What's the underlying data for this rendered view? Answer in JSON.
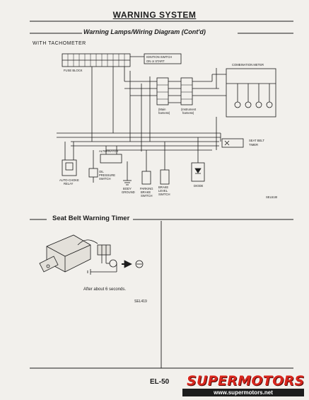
{
  "header": {
    "section_title": "WARNING SYSTEM",
    "subtitle": "Warning Lamps/Wiring Diagram (Cont'd)"
  },
  "diagram": {
    "heading": "WITH TACHOMETER",
    "labels": {
      "fuse_block": "FUSE BLOCK",
      "ignition_switch_1": "IGNITION SWITCH",
      "ignition_switch_2": "ON or START",
      "combination_meter": "COMBINATION METER",
      "main_harness_1": "(Main",
      "main_harness_2": "harness)",
      "instrument_harness_1": "(Instrument",
      "instrument_harness_2": "harness)",
      "seat_belt_timer_1": "SEAT BELT",
      "seat_belt_timer_2": "TIMER",
      "alternator": "ALTERNATOR",
      "auto_choke_relay_1": "AUTO-CHOKE",
      "auto_choke_relay_2": "RELAY",
      "oil_pressure_switch_1": "OIL",
      "oil_pressure_switch_2": "PRESSURE",
      "oil_pressure_switch_3": "SWITCH",
      "body_ground_1": "BODY",
      "body_ground_2": "GROUND",
      "parking_brake_switch_1": "PARKING",
      "parking_brake_switch_2": "BRAKE",
      "parking_brake_switch_3": "SWITCH",
      "brake_level_switch_1": "BRAKE",
      "brake_level_switch_2": "LEVEL",
      "brake_level_switch_3": "SWITCH",
      "diode": "DIODE",
      "code": "SEL518I"
    }
  },
  "timer_section": {
    "title": "Seat Belt Warning Timer",
    "caption": "After about 6 seconds.",
    "code": "SEL419"
  },
  "footer": {
    "page_number": "EL-50",
    "watermark": "SUPERMOTORS",
    "watermark_url": "www.supermotors.net"
  },
  "colors": {
    "ink": "#1c1c1c",
    "paper": "#f2f0ec",
    "watermark_red": "#d8261d"
  }
}
